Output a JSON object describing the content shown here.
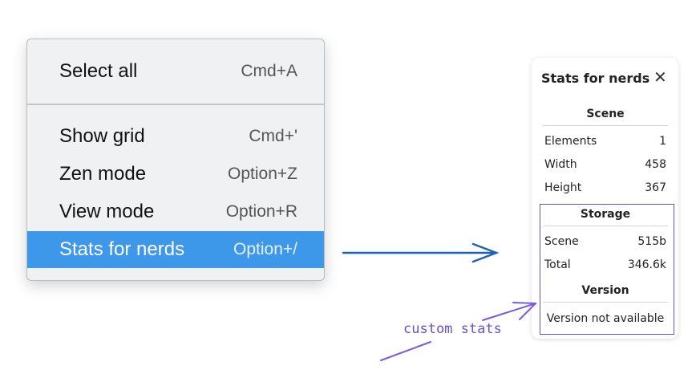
{
  "menu": {
    "items": [
      {
        "label": "Select all",
        "shortcut": "Cmd+A"
      },
      {
        "label": "Show grid",
        "shortcut": "Cmd+'"
      },
      {
        "label": "Zen mode",
        "shortcut": "Option+Z"
      },
      {
        "label": "View mode",
        "shortcut": "Option+R"
      },
      {
        "label": "Stats for nerds",
        "shortcut": "Option+/",
        "active": true
      }
    ]
  },
  "panel": {
    "title": "Stats for nerds",
    "close_icon": "close-icon",
    "scene": {
      "heading": "Scene",
      "rows": [
        {
          "label": "Elements",
          "value": "1"
        },
        {
          "label": "Width",
          "value": "458"
        },
        {
          "label": "Height",
          "value": "367"
        }
      ]
    },
    "storage": {
      "heading": "Storage",
      "rows": [
        {
          "label": "Scene",
          "value": "515b"
        },
        {
          "label": "Total",
          "value": "346.6k"
        }
      ]
    },
    "version": {
      "heading": "Version",
      "text": "Version not available"
    }
  },
  "annotation": {
    "label": "custom stats",
    "color": "#6a4fd6"
  },
  "colors": {
    "highlight": "#3d98ea",
    "arrow": "#1c64b0"
  }
}
